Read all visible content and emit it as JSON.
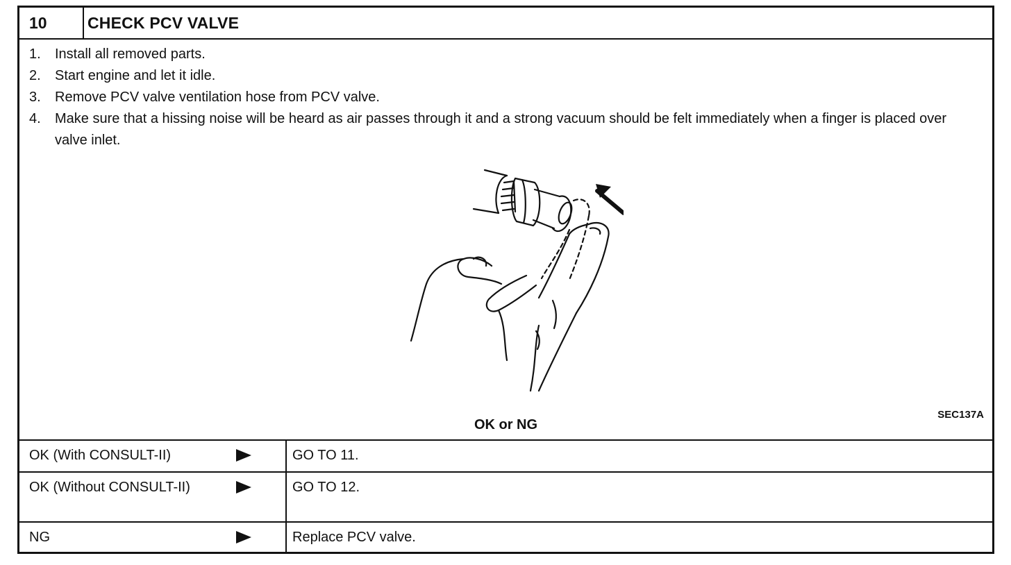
{
  "step": {
    "number": "10",
    "title": "CHECK PCV VALVE"
  },
  "instructions": [
    {
      "num": "1.",
      "text": "Install all removed parts."
    },
    {
      "num": "2.",
      "text": "Start engine and let it idle."
    },
    {
      "num": "3.",
      "text": "Remove PCV valve ventilation hose from PCV valve."
    },
    {
      "num": "4.",
      "text": "Make sure that a hissing noise will be heard as air passes through it and a strong vacuum should be felt immediately when a finger is placed over valve inlet."
    }
  ],
  "figure": {
    "code": "SEC137A",
    "icon": "hand-finger-over-pcv-valve-illustration"
  },
  "decision_label": "OK or NG",
  "results": [
    {
      "condition": "OK (With CONSULT-II)",
      "action": "GO TO 11."
    },
    {
      "condition": "OK (Without CONSULT-II)",
      "action": "GO TO 12."
    },
    {
      "condition": "NG",
      "action": "Replace PCV valve."
    }
  ],
  "colors": {
    "ink": "#111111",
    "background": "#ffffff"
  }
}
